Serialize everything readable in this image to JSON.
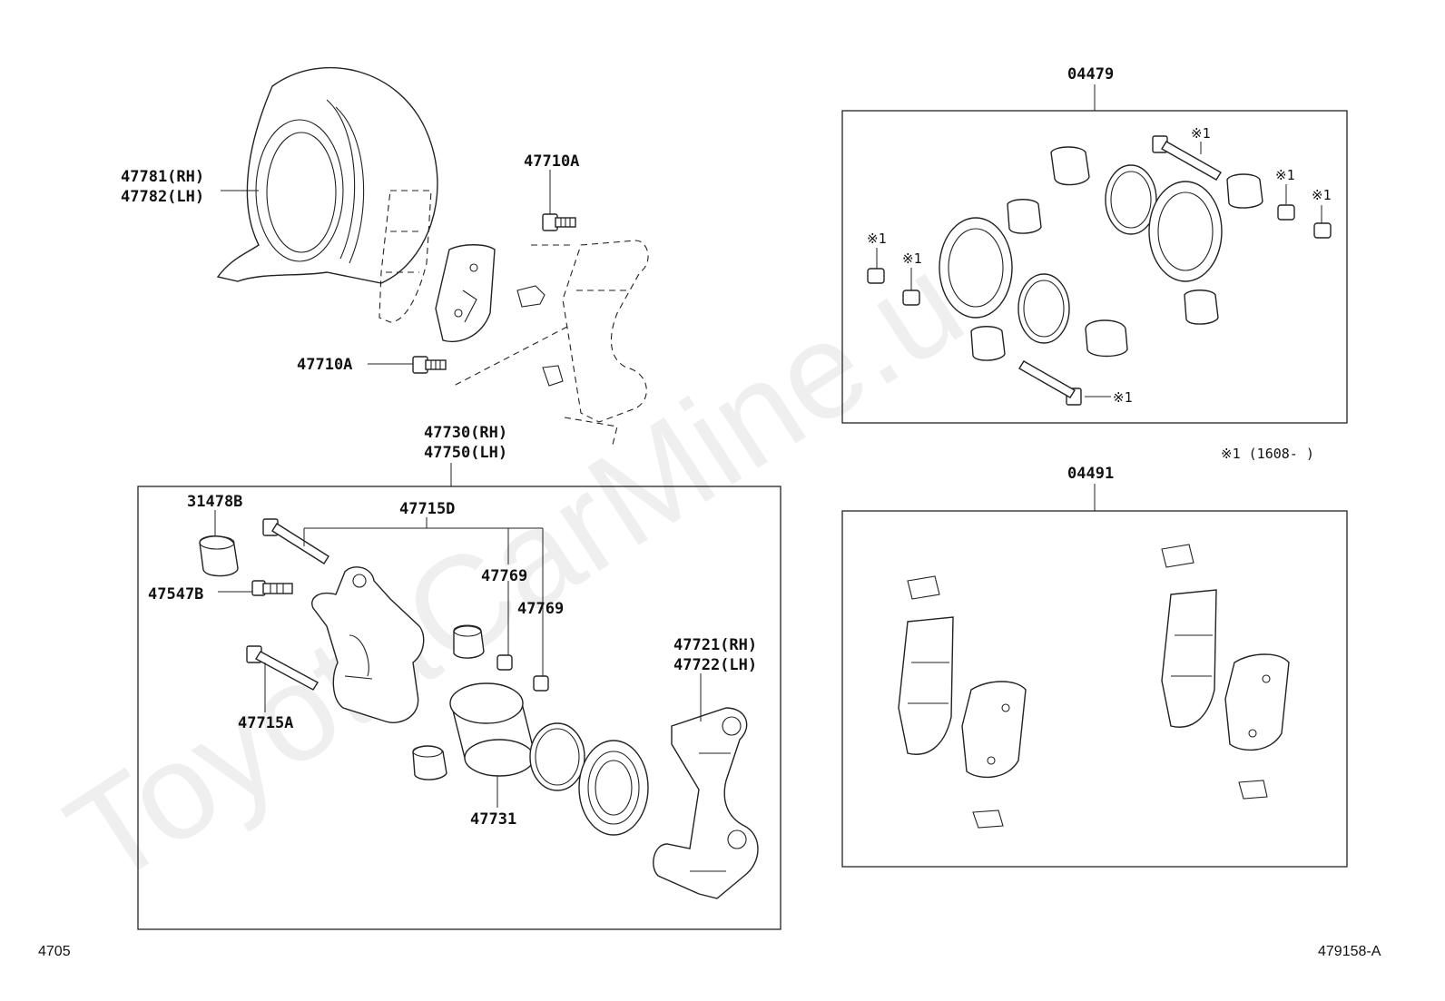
{
  "watermark": "ToyotaCarMine.u",
  "footer": {
    "left_code": "4705",
    "right_code": "479158-A"
  },
  "kit_note": "※1 (1608-      )",
  "callouts": {
    "dust_cover": [
      "47781(RH)",
      "47782(LH)"
    ],
    "bolt_top": "47710A",
    "bolt_mid": "47710A",
    "caliper_assy": [
      "47730(RH)",
      "47750(LH)"
    ],
    "boot_31478B": "31478B",
    "bleeder_47547B": "47547B",
    "bushing_group_47715D": "47715D",
    "bushing_47769_a": "47769",
    "bushing_47769_b": "47769",
    "pin_47715A": "47715A",
    "piston_47731": "47731",
    "mounting": [
      "47721(RH)",
      "47722(LH)"
    ],
    "kit_04479": "04479",
    "kit_04491": "04491",
    "mark_1": "※1"
  }
}
